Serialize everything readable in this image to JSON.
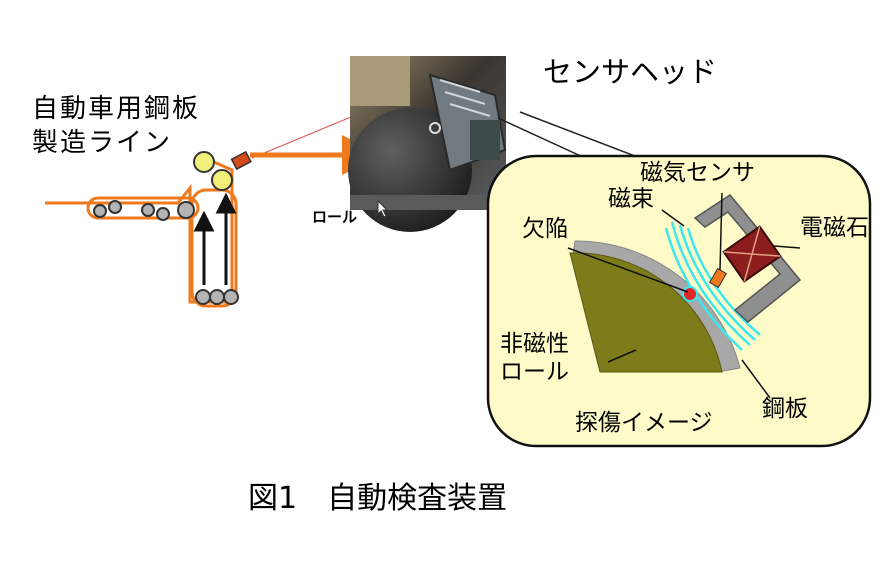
{
  "line_label": [
    "自動車用鋼板",
    "製造ライン"
  ],
  "sensor_head_label": "センサヘッド",
  "roll_label": "ロール",
  "inset": {
    "magnetic_sensor": "磁気センサ",
    "magnetic_flux": "磁束",
    "defect": "欠陥",
    "electromagnet": "電磁石",
    "nonmagnetic_roll": [
      "非磁性",
      "ロール"
    ],
    "steel_plate": "鋼板",
    "inspection_image": "探傷イメージ"
  },
  "caption": "図1　自動検査装置",
  "colors": {
    "strip": "#ef7a1e",
    "roller_yellow": "#f2f07a",
    "inset_bg": "#fefbc9",
    "roll_fill": "#7e7c1a",
    "flux": "#3ce8f0",
    "magnet_red": "#8b1d1d",
    "yoke_gray": "#8f8f8f"
  }
}
